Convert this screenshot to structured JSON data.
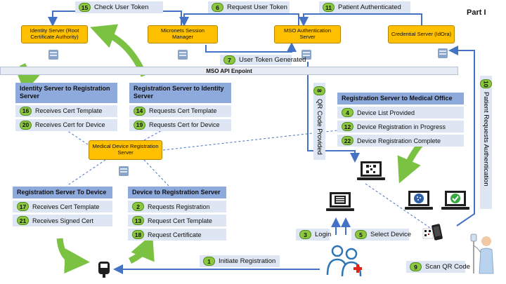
{
  "part_label": "Part I",
  "api_bar": "MSO API Enpoint",
  "servers": {
    "identity": "Identity Server (Root Certificate Authority)",
    "micronets": "Micronets Session Manager",
    "mso_auth": "MSO Authentication Server",
    "credential": "Credential Server (IdOra)",
    "mdrs": "Medical Device Registration Server"
  },
  "top_labels": [
    {
      "num": "15",
      "text": "Check User Token"
    },
    {
      "num": "6",
      "text": "Request User Token"
    },
    {
      "num": "11",
      "text": "Patient Authenticated"
    },
    {
      "num": "7",
      "text": "User Token Generated"
    }
  ],
  "vertical_labels": {
    "qr": {
      "num": "8",
      "text": "QR Code Provided"
    },
    "patient": {
      "num": "10",
      "text": "Patient Requests Authentication"
    }
  },
  "panels": {
    "id_to_reg": {
      "title": "Identity Server to Registration Server",
      "rows": [
        {
          "num": "16",
          "text": "Receives Cert Template"
        },
        {
          "num": "20",
          "text": "Receives Cert for Device"
        }
      ]
    },
    "reg_to_id": {
      "title": "Registration Server to Identity Server",
      "rows": [
        {
          "num": "14",
          "text": "Requests Cert Template"
        },
        {
          "num": "19",
          "text": "Requests Cert for Device"
        }
      ]
    },
    "reg_to_med": {
      "title": "Registration Server to Medical Office",
      "rows": [
        {
          "num": "4",
          "text": "Device List Provided"
        },
        {
          "num": "12",
          "text": "Device Registration in Progress"
        },
        {
          "num": "22",
          "text": "Device Registration Complete"
        }
      ]
    },
    "reg_to_dev": {
      "title": "Registration Server To Device",
      "rows": [
        {
          "num": "17",
          "text": "Receives Cert Template"
        },
        {
          "num": "21",
          "text": "Receives Signed Cert"
        }
      ]
    },
    "dev_to_reg": {
      "title": "Device to Registration Server",
      "rows": [
        {
          "num": "2",
          "text": "Requests Registration"
        },
        {
          "num": "13",
          "text": "Request Cert Template"
        },
        {
          "num": "18",
          "text": "Request Certificate"
        }
      ]
    }
  },
  "bottom_labels": [
    {
      "num": "1",
      "text": "Initiate Registration"
    },
    {
      "num": "3",
      "text": "Login"
    },
    {
      "num": "5",
      "text": "Select Device"
    },
    {
      "num": "9",
      "text": "Scan QR Code"
    }
  ],
  "colors": {
    "server": "#ffc000",
    "panel_header": "#8ea9db",
    "label_bg": "#dde6f2",
    "number_badge": "#8dc63f",
    "arrow_green": "#7cc242",
    "flow_line": "#4472c4",
    "icon_dark": "#1f1f1f",
    "people_blue": "#2e75b6",
    "cross_red": "#e2231a"
  }
}
